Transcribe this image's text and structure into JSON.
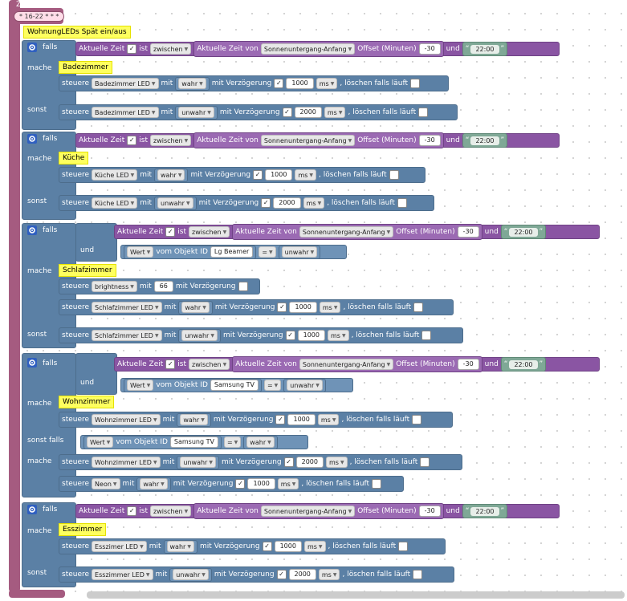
{
  "schedule": {
    "label": "Zeitplan",
    "field": "* 16-22 * * *"
  },
  "group_comment": "WohnungLEDs Spät ein/aus",
  "labels": {
    "if": "falls",
    "do": "mache",
    "else": "sonst",
    "else_if": "sonst falls",
    "and": "und",
    "current_time": "Aktuelle Zeit",
    "is": "ist",
    "current_time_of": "Aktuelle Zeit von",
    "offset": "Offset (Minuten)",
    "and_lower": "und",
    "control": "steuere",
    "with": "mit",
    "with_delay": "mit Verzögerung",
    "clear_running": ", löschen falls läuft",
    "value": "Wert",
    "of_object": "vom Objekt ID"
  },
  "common": {
    "between": "zwischen",
    "sunset": "Sonnenuntergang-Anfang",
    "offset_val": "-30",
    "end_time": "22:00",
    "quote_open": "“",
    "quote_close": "”",
    "eq": "=",
    "ms": "ms",
    "checked": "✓"
  },
  "blocks": [
    {
      "comment": "Badezimmer",
      "on": {
        "device": "Badezimmer LED",
        "state": "wahr",
        "delay": "1000"
      },
      "off": {
        "device": "Badezimmer LED",
        "state": "unwahr",
        "delay": "2000"
      }
    },
    {
      "comment": "Küche",
      "on": {
        "device": "Küche LED",
        "state": "wahr",
        "delay": "1000"
      },
      "off": {
        "device": "Küche LED",
        "state": "unwahr",
        "delay": "2000"
      }
    },
    {
      "comment": "Schlafzimmer",
      "cond_obj": "Lg Beamer",
      "cond_val": "unwahr",
      "brightness": {
        "device": "brightness",
        "value": "66"
      },
      "on": {
        "device": "Schlafzimmer LED",
        "state": "wahr",
        "delay": "1000"
      },
      "off": {
        "device": "Schlafzimmer LED",
        "state": "unwahr",
        "delay": "1000"
      }
    },
    {
      "comment": "Wohnzimmer",
      "cond_obj": "Samsung TV",
      "cond_val": "unwahr",
      "on": {
        "device": "Wohnzimmer LED",
        "state": "wahr",
        "delay": "1000"
      },
      "elseif_obj": "Samsung TV",
      "elseif_val": "wahr",
      "elseif_do": [
        {
          "device": "Wohnzimmer LED",
          "state": "unwahr",
          "delay": "2000"
        },
        {
          "device": "Neon",
          "state": "wahr",
          "delay": "1000"
        }
      ]
    },
    {
      "comment": "Esszimmer",
      "on": {
        "device": "Esszimer LED",
        "state": "wahr",
        "delay": "1000"
      },
      "off": {
        "device": "Esszimmer LED",
        "state": "unwahr",
        "delay": "2000"
      }
    }
  ]
}
